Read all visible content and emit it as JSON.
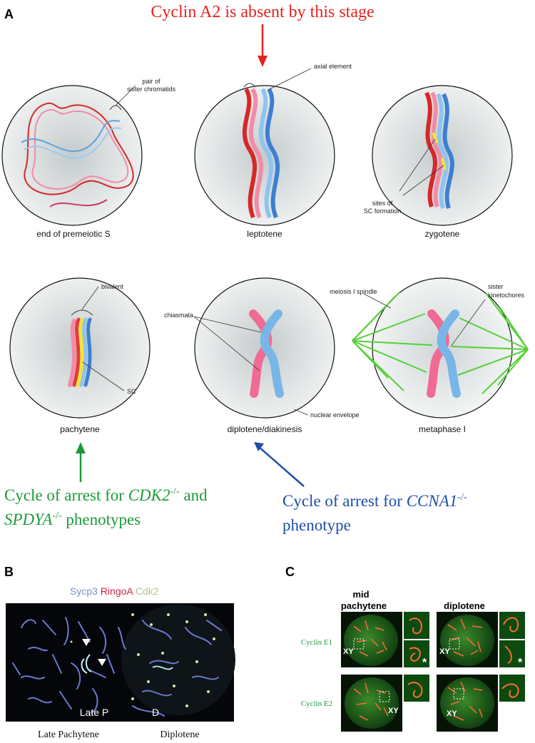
{
  "panel_a": {
    "label": "A",
    "headline": "Cyclin A2 is absent by this stage",
    "stages": {
      "s1": "end of premeiotic S",
      "s2": "leptotene",
      "s3": "zygotene",
      "s4": "pachytene",
      "s5": "diplotene/diakinesis",
      "s6": "metaphase I"
    },
    "annotations": {
      "sister_chromatids_1": "pair of",
      "sister_chromatids_2": "sister chromatids",
      "axial_element": "axial element",
      "sites_sc_1": "sites of",
      "sites_sc_2": "SC formation",
      "bivalent": "bivalent",
      "sc": "SC",
      "chiasmata": "chiasmata",
      "nuclear_envelope": "nuclear envelope",
      "meiosis_spindle": "meiosis I spindle",
      "sister_kineto_1": "sister",
      "sister_kineto_2": "kinetochores"
    },
    "arrest_green": {
      "l1_a": "Cycle of arrest for ",
      "l1_gene": "CDK2",
      "l1_sup": "-/-",
      "l1_b": " and",
      "l2_gene": "SPDYA",
      "l2_sup": "-/-",
      "l2_b": " phenotypes"
    },
    "arrest_blue": {
      "l1_a": "Cycle of arrest for ",
      "l1_gene": "CCNA1",
      "l1_sup": "-/-",
      "l2": "phenotype"
    }
  },
  "panel_b": {
    "label": "B",
    "legend_sycp3": "Sycp3",
    "legend_ringoa": "RingoA",
    "legend_cdk2": "Cdk2",
    "inner_late_p": "Late P",
    "inner_d": "D",
    "caption_left": "Late Pachytene",
    "caption_right": "Diplotene"
  },
  "panel_c": {
    "label": "C",
    "col1_l1": "mid",
    "col1_l2": "pachytene",
    "col2": "diplotene",
    "row1": "Cyclin E1",
    "row2": "Cyclin E2",
    "xy": "XY",
    "asterisk": "*"
  },
  "colors": {
    "red": "#e8211d",
    "green": "#1a9b3a",
    "blue": "#1d4fa8",
    "cell": "#dfe3e3"
  }
}
